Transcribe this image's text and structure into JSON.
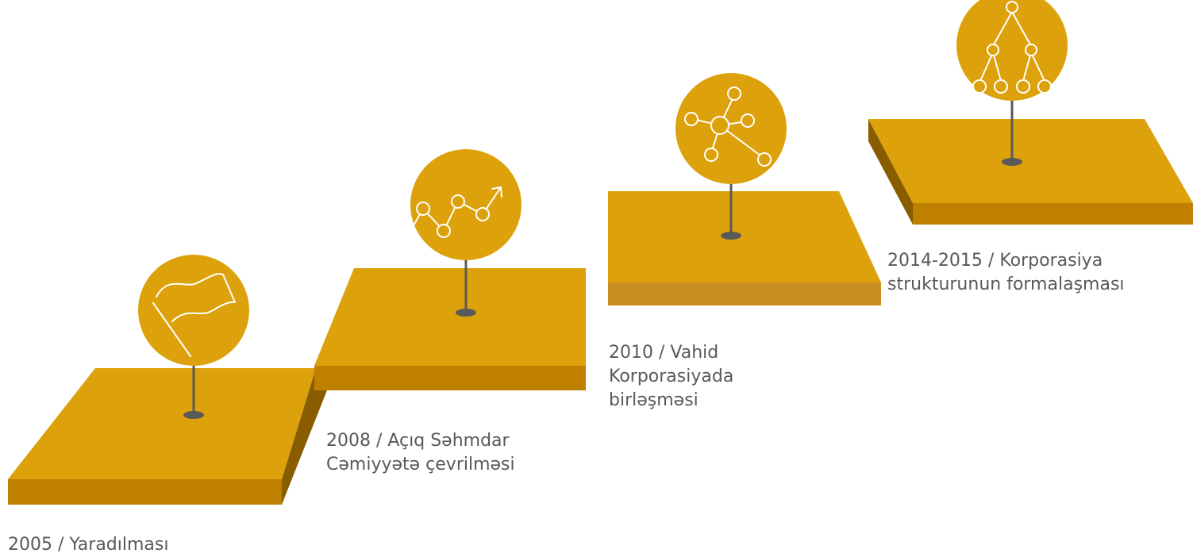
{
  "colors": {
    "platform_top": "#dca10b",
    "platform_front": "#bf7f00",
    "platform_side": "#8a5c00",
    "platform_front_light": "#c98f20",
    "circle": "#dca10b",
    "icon_stroke": "#ffffff",
    "pin": "#595959",
    "caption_text": "#595959"
  },
  "milestones": [
    {
      "id": "2005",
      "icon": "flag-icon",
      "caption_lines": [
        "2005 / Yaradılması"
      ]
    },
    {
      "id": "2008",
      "icon": "growth-chart-icon",
      "caption_lines": [
        "2008 / Açıq Səhmdar",
        "Cəmiyyətə çevrilməsi"
      ]
    },
    {
      "id": "2010",
      "icon": "network-icon",
      "caption_lines": [
        "2010 / Vahid",
        "Korporasiyada",
        "birləşməsi"
      ]
    },
    {
      "id": "2014-2015",
      "icon": "hierarchy-icon",
      "caption_lines": [
        "2014-2015 / Korporasiya",
        "strukturunun formalaşması"
      ]
    }
  ]
}
